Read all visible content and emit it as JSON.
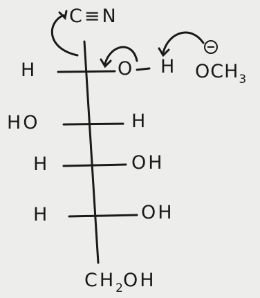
{
  "structure": {
    "top_group": "C≡N",
    "rows": [
      {
        "left": "H",
        "right": "O",
        "right_extra": "H"
      },
      {
        "left": "HO",
        "right": "H"
      },
      {
        "left": "H",
        "right": "OH"
      },
      {
        "left": "H",
        "right": "OH"
      }
    ],
    "bottom_group": {
      "main": "CH",
      "sub": "2",
      "tail": "OH"
    }
  },
  "reagent": {
    "main": "OCH",
    "sub": "3"
  },
  "colors": {
    "ink": "#1a1a1a",
    "paper": "#ededeb"
  }
}
